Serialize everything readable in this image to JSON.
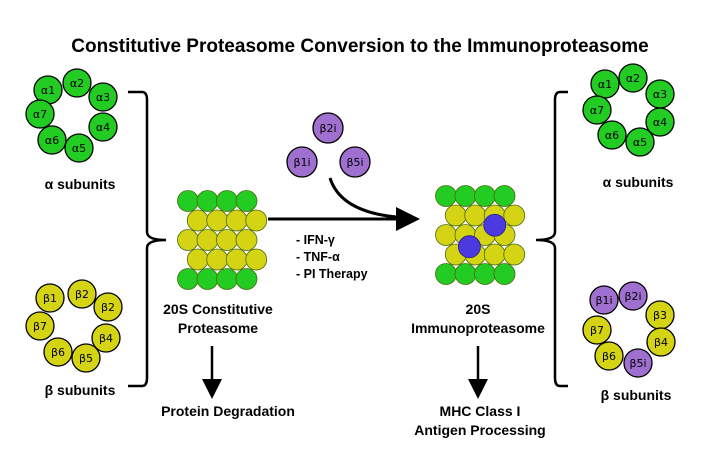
{
  "title": "Constitutive Proteasome Conversion to the Immunoproteasome",
  "colors": {
    "alpha": "#22cc22",
    "beta": "#d4d414",
    "immuno": "#a070d0",
    "core": "#4a3ae0",
    "outline": "#000000"
  },
  "left": {
    "alpha_ring": [
      "α1",
      "α2",
      "α3",
      "α4",
      "α5",
      "α6",
      "α7"
    ],
    "alpha_label": "α subunits",
    "beta_ring": [
      "β1",
      "β2",
      "β2",
      "β4",
      "β5",
      "β6",
      "β7"
    ],
    "beta_label": "β subunits",
    "proteasome_label_1": "20S Constitutive",
    "proteasome_label_2": "Proteasome",
    "outcome": "Protein Degradation"
  },
  "middle": {
    "immuno_subunits": [
      "β2i",
      "β1i",
      "β5i"
    ],
    "stimuli": [
      "-  IFN-γ",
      "-  TNF-α",
      "-  PI Therapy"
    ]
  },
  "right": {
    "alpha_ring": [
      "α1",
      "α2",
      "α3",
      "α4",
      "α5",
      "α6",
      "α7"
    ],
    "alpha_label": "α subunits",
    "beta_ring": [
      "β1i",
      "β2i",
      "β3",
      "β4",
      "β5i",
      "β6",
      "β7"
    ],
    "beta_label": "β subunits",
    "proteasome_label_1": "20S",
    "proteasome_label_2": "Immunoproteasome",
    "outcome_1": "MHC Class I",
    "outcome_2": "Antigen Processing"
  }
}
